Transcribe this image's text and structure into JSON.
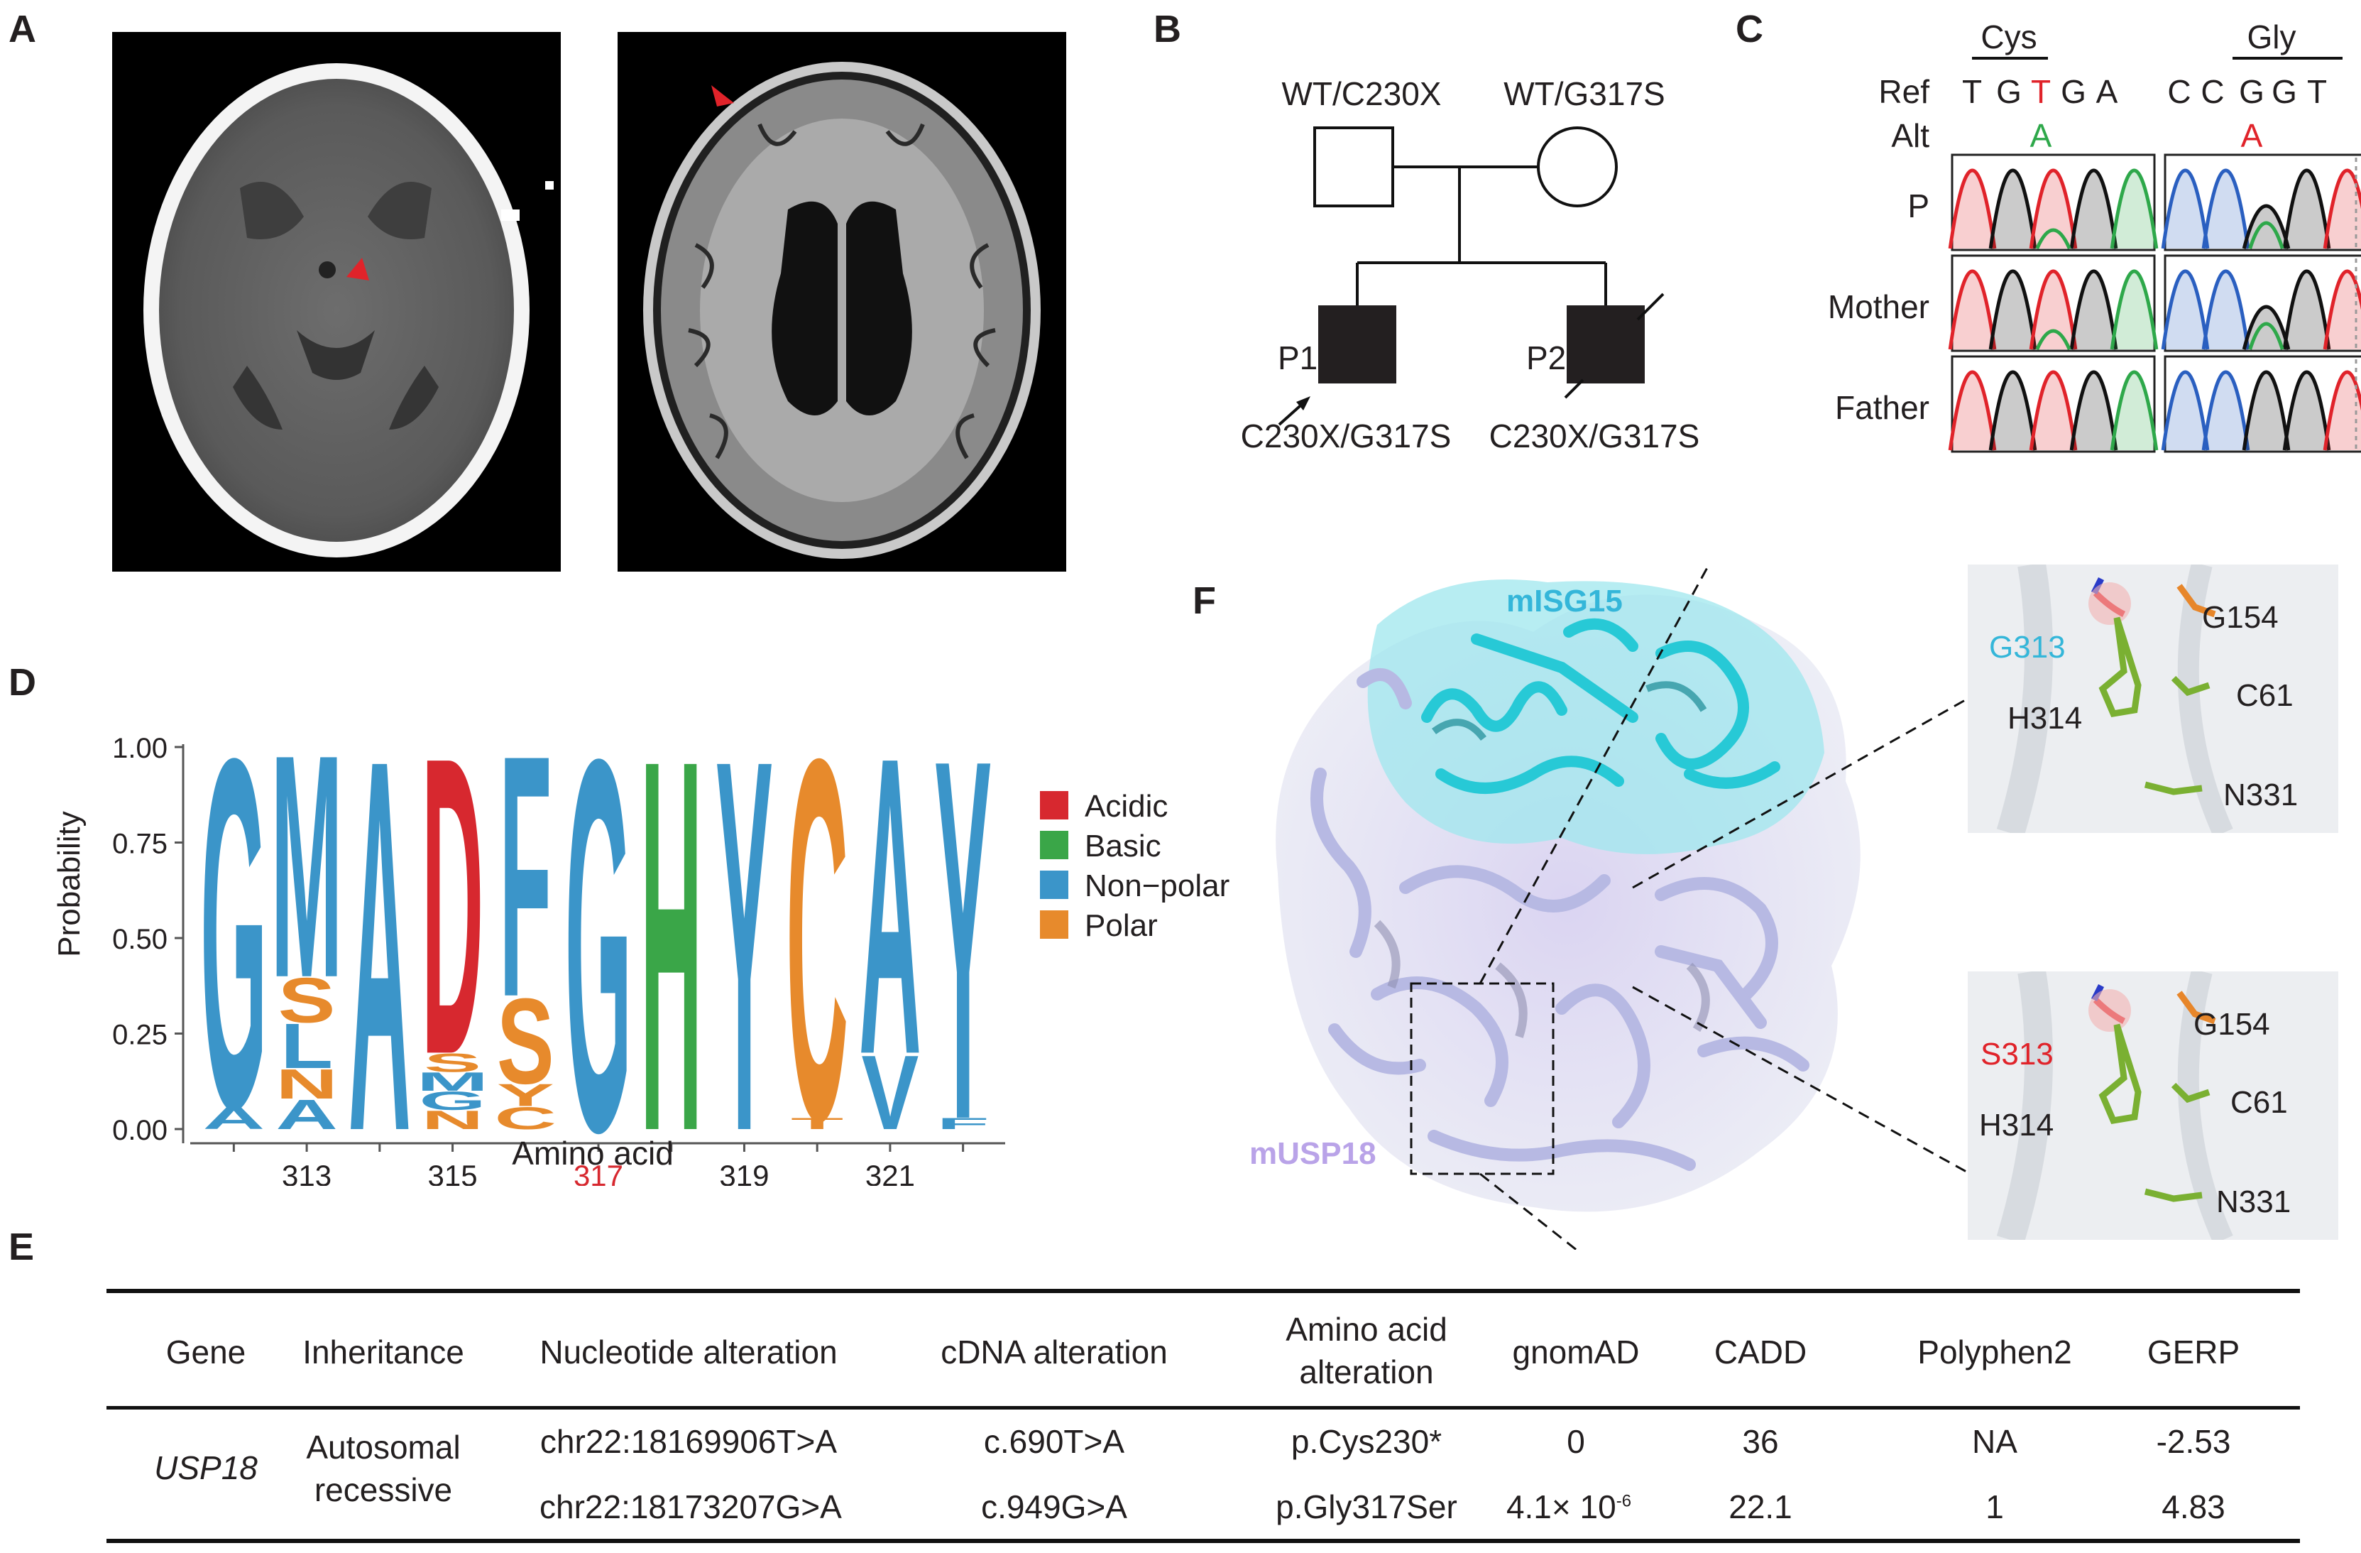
{
  "panels": {
    "A": "A",
    "B": "B",
    "C": "C",
    "D": "D",
    "E": "E",
    "F": "F"
  },
  "pedigree": {
    "father": "WT/C230X",
    "mother": "WT/G317S",
    "p1": "P1",
    "p2": "P2",
    "p1_genotype": "C230X/G317S",
    "p2_genotype": "C230X/G317S"
  },
  "sequencing": {
    "codon1": "Cys",
    "codon2": "Gly",
    "ref_label": "Ref",
    "alt_label": "Alt",
    "ref_seq1": [
      "T",
      "G",
      "T",
      "G",
      "A"
    ],
    "ref_seq2": [
      "C",
      "C",
      "G",
      "G",
      "T"
    ],
    "alt1": "A",
    "alt2": "A",
    "rows": [
      "P",
      "Mother",
      "Father"
    ],
    "colors": {
      "A": "#2ea84a",
      "C": "#2a5fc0",
      "G": "#111111",
      "T": "#e0232a"
    }
  },
  "logo": {
    "ylabel": "Probability",
    "xlabel": "Amino acid",
    "yticks": [
      "1.00",
      "0.75",
      "0.50",
      "0.25",
      "0.00"
    ],
    "xticks": [
      "313",
      "315",
      "317",
      "319",
      "321"
    ],
    "highlight_tick": "317",
    "legend": [
      "Acidic",
      "Basic",
      "Non−polar",
      "Polar"
    ],
    "legend_colors": [
      "#d7282f",
      "#3aa648",
      "#3b95c9",
      "#e78a2c"
    ],
    "chart_data": {
      "type": "sequence-logo",
      "positions": [
        312,
        313,
        314,
        315,
        316,
        317,
        318,
        319,
        320,
        321,
        322
      ],
      "residues": [
        [
          {
            "aa": "A",
            "p": 0.06,
            "class": "Non-polar"
          },
          {
            "aa": "G",
            "p": 0.94,
            "class": "Non-polar"
          }
        ],
        [
          {
            "aa": "A",
            "p": 0.08,
            "class": "Non-polar"
          },
          {
            "aa": "N",
            "p": 0.08,
            "class": "Polar"
          },
          {
            "aa": "L",
            "p": 0.12,
            "class": "Non-polar"
          },
          {
            "aa": "S",
            "p": 0.12,
            "class": "Polar"
          },
          {
            "aa": "M",
            "p": 0.6,
            "class": "Non-polar"
          }
        ],
        [
          {
            "aa": "A",
            "p": 1.0,
            "class": "Non-polar"
          }
        ],
        [
          {
            "aa": "N",
            "p": 0.05,
            "class": "Polar"
          },
          {
            "aa": "G",
            "p": 0.05,
            "class": "Non-polar"
          },
          {
            "aa": "M",
            "p": 0.05,
            "class": "Non-polar"
          },
          {
            "aa": "S",
            "p": 0.05,
            "class": "Polar"
          },
          {
            "aa": "D",
            "p": 0.8,
            "class": "Acidic"
          }
        ],
        [
          {
            "aa": "C",
            "p": 0.06,
            "class": "Polar"
          },
          {
            "aa": "Y",
            "p": 0.06,
            "class": "Polar"
          },
          {
            "aa": "S",
            "p": 0.23,
            "class": "Polar"
          },
          {
            "aa": "F",
            "p": 0.65,
            "class": "Non-polar"
          }
        ],
        [
          {
            "aa": "G",
            "p": 1.0,
            "class": "Non-polar"
          }
        ],
        [
          {
            "aa": "H",
            "p": 1.0,
            "class": "Basic"
          }
        ],
        [
          {
            "aa": "Y",
            "p": 1.0,
            "class": "Non-polar"
          }
        ],
        [
          {
            "aa": "T",
            "p": 0.03,
            "class": "Polar"
          },
          {
            "aa": "C",
            "p": 0.97,
            "class": "Polar"
          }
        ],
        [
          {
            "aa": "V",
            "p": 0.2,
            "class": "Non-polar"
          },
          {
            "aa": "A",
            "p": 0.8,
            "class": "Non-polar"
          }
        ],
        [
          {
            "aa": "F",
            "p": 0.03,
            "class": "Non-polar"
          },
          {
            "aa": "Y",
            "p": 0.97,
            "class": "Non-polar"
          }
        ]
      ],
      "ylim": [
        0,
        1
      ]
    }
  },
  "structure": {
    "isg15": "mISG15",
    "usp18": "mUSP18",
    "isg15_color": "#34b6d9",
    "usp18_color": "#b9a3e8",
    "top_inset": {
      "site": "G313",
      "labels": [
        "G154",
        "C61",
        "H314",
        "N331"
      ]
    },
    "bottom_inset": {
      "site": "S313",
      "labels": [
        "G154",
        "C61",
        "H314",
        "N331"
      ]
    }
  },
  "table": {
    "headers": [
      "Gene",
      "Inheritance",
      "Nucleotide alteration",
      "cDNA alteration",
      "Amino acid alteration",
      "gnomAD",
      "CADD",
      "Polyphen2",
      "GERP"
    ],
    "header_aa_line1": "Amino acid",
    "header_aa_line2": "alteration",
    "gene": "USP18",
    "inheritance_line1": "Autosomal",
    "inheritance_line2": "recessive",
    "rows": [
      {
        "nucleotide": "chr22:18169906T>A",
        "cdna": "c.690T>A",
        "aa": "p.Cys230*",
        "gnomad": "0",
        "cadd": "36",
        "polyphen": "NA",
        "gerp": "-2.53"
      },
      {
        "nucleotide": "chr22:18173207G>A",
        "cdna": "c.949G>A",
        "aa": "p.Gly317Ser",
        "gnomad": "4.1× 10",
        "gnomad_exp": "-6",
        "cadd": "22.1",
        "polyphen": "1",
        "gerp": "4.83"
      }
    ]
  }
}
